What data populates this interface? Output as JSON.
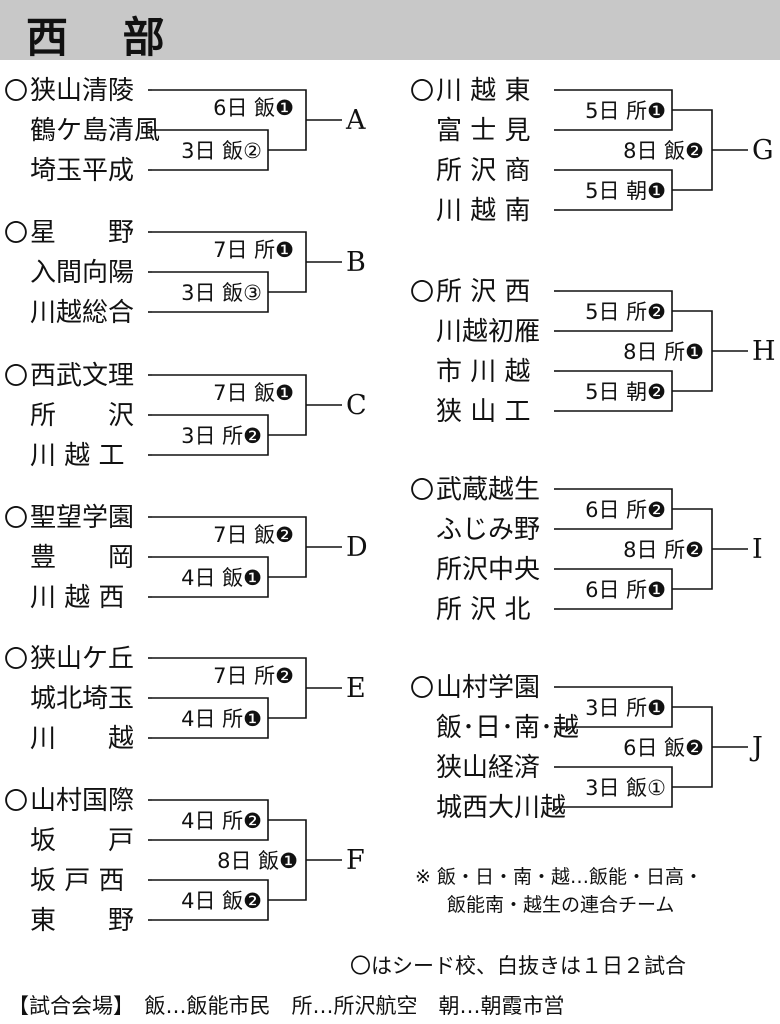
{
  "header": {
    "title": "西 部"
  },
  "seed_mark": "〇",
  "groups": [
    {
      "letter": "A",
      "teams": [
        {
          "name": "狭山清陵",
          "seed": true
        },
        {
          "name": "鶴ケ島清風",
          "seed": false
        },
        {
          "name": "埼玉平成",
          "seed": false
        }
      ],
      "games": [
        "6日 飯❶",
        "3日 飯②"
      ]
    },
    {
      "letter": "B",
      "teams": [
        {
          "name": "星　　野",
          "seed": true
        },
        {
          "name": "入間向陽",
          "seed": false
        },
        {
          "name": "川越総合",
          "seed": false
        }
      ],
      "games": [
        "7日 所❶",
        "3日 飯③"
      ]
    },
    {
      "letter": "C",
      "teams": [
        {
          "name": "西武文理",
          "seed": true
        },
        {
          "name": "所　　沢",
          "seed": false
        },
        {
          "name": "川 越 工",
          "seed": false
        }
      ],
      "games": [
        "7日 飯❶",
        "3日 所❷"
      ]
    },
    {
      "letter": "D",
      "teams": [
        {
          "name": "聖望学園",
          "seed": true
        },
        {
          "name": "豊　　岡",
          "seed": false
        },
        {
          "name": "川 越 西",
          "seed": false
        }
      ],
      "games": [
        "7日 飯❷",
        "4日 飯❶"
      ]
    },
    {
      "letter": "E",
      "teams": [
        {
          "name": "狭山ケ丘",
          "seed": true
        },
        {
          "name": "城北埼玉",
          "seed": false
        },
        {
          "name": "川　　越",
          "seed": false
        }
      ],
      "games": [
        "7日 所❷",
        "4日 所❶"
      ]
    },
    {
      "letter": "F",
      "teams": [
        {
          "name": "山村国際",
          "seed": true
        },
        {
          "name": "坂　　戸",
          "seed": false
        },
        {
          "name": "坂 戸 西",
          "seed": false
        },
        {
          "name": "東　　野",
          "seed": false
        }
      ],
      "games": [
        "4日 所❷",
        "8日 飯❶",
        "4日 飯❷"
      ]
    },
    {
      "letter": "G",
      "teams": [
        {
          "name": "川 越 東",
          "seed": true
        },
        {
          "name": "富 士 見",
          "seed": false
        },
        {
          "name": "所 沢 商",
          "seed": false
        },
        {
          "name": "川 越 南",
          "seed": false
        }
      ],
      "games": [
        "5日 所❶",
        "8日 飯❷",
        "5日 朝❶"
      ]
    },
    {
      "letter": "H",
      "teams": [
        {
          "name": "所 沢 西",
          "seed": true
        },
        {
          "name": "川越初雁",
          "seed": false
        },
        {
          "name": "市 川 越",
          "seed": false
        },
        {
          "name": "狭 山 工",
          "seed": false
        }
      ],
      "games": [
        "5日 所❷",
        "8日 所❶",
        "5日 朝❷"
      ]
    },
    {
      "letter": "I",
      "teams": [
        {
          "name": "武蔵越生",
          "seed": true
        },
        {
          "name": "ふじみ野",
          "seed": false
        },
        {
          "name": "所沢中央",
          "seed": false
        },
        {
          "name": "所 沢 北",
          "seed": false
        }
      ],
      "games": [
        "6日 所❷",
        "8日 所❷",
        "6日 所❶"
      ]
    },
    {
      "letter": "J",
      "teams": [
        {
          "name": "山村学園",
          "seed": true
        },
        {
          "name": "飯･日･南･越",
          "seed": false
        },
        {
          "name": "狭山経済",
          "seed": false
        },
        {
          "name": "城西大川越",
          "seed": false
        }
      ],
      "games": [
        "3日 所❶",
        "6日 飯❷",
        "3日 飯①"
      ]
    }
  ],
  "notes": {
    "joint_team_line1": "※ 飯・日・南・越…飯能・日高・",
    "joint_team_line2": "飯能南・越生の連合チーム",
    "legend": "〇はシード校、白抜きは１日２試合"
  },
  "footer": {
    "venues": "【試合会場】　飯…飯能市民　所…所沢航空　朝…朝霞市営"
  }
}
